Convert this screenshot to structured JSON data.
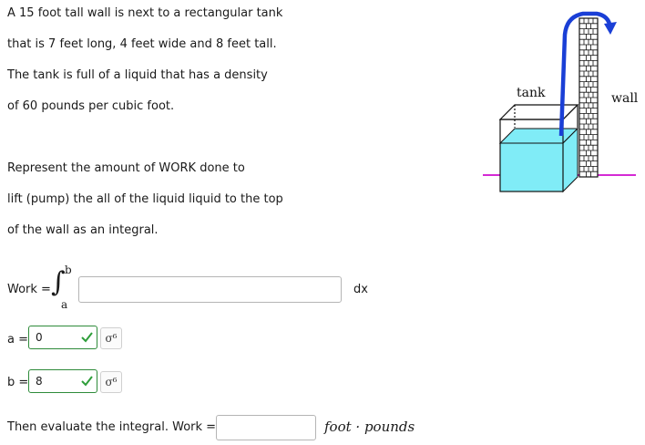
{
  "problem": {
    "lines": [
      "A 15 foot tall wall is next to a rectangular tank",
      "that is 7 feet long, 4 feet wide and 8 feet tall.",
      "The tank is full of a liquid that has a density",
      "of 60 pounds per cubic foot."
    ],
    "instruction_lines": [
      "Represent the amount of WORK done to",
      "lift (pump) the all of the liquid liquid to the top",
      "of the wall as an integral."
    ]
  },
  "work_row": {
    "label": "Work =",
    "integral_sign": "∫",
    "upper_limit": "b",
    "lower_limit": "a",
    "integrand_value": "",
    "dx_label": "dx"
  },
  "limit_a": {
    "label": "a =",
    "value": "0",
    "equation_button": "σ⁶"
  },
  "limit_b": {
    "label": "b =",
    "value": "8",
    "equation_button": "σ⁶"
  },
  "evaluate": {
    "label": "Then evaluate the integral. Work =",
    "value": "",
    "unit": "foot · pounds"
  },
  "figure": {
    "tank_label": "tank",
    "wall_label": "wall",
    "colors": {
      "liquid": "#80ecf7",
      "pipe": "#1a3fd6",
      "ground": "#d42ad4",
      "check": "#2e9e3a",
      "input_border_correct": "#2e8b3a"
    }
  }
}
